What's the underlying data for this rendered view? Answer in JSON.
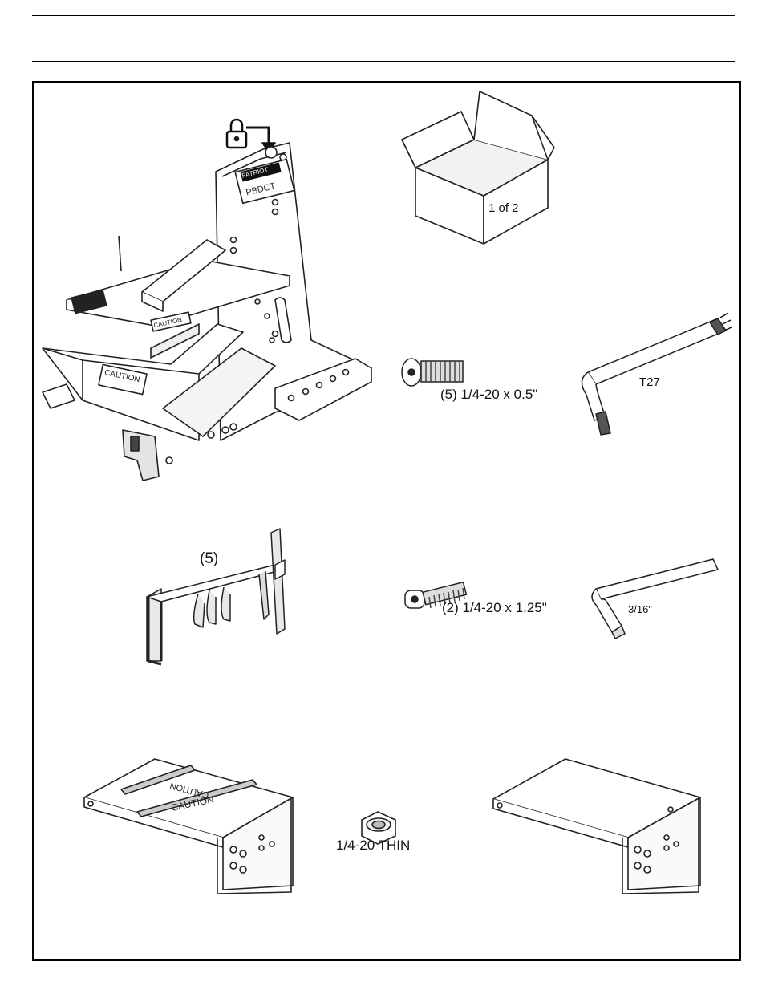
{
  "header": {
    "top_rule": "",
    "bottom_rule": ""
  },
  "mount": {
    "brand_label": "PATRIOT",
    "model_label": "PBDCT",
    "caution_label": "CAUTION",
    "caution_upper": "CAUTION"
  },
  "box": {
    "label": "1 of 2"
  },
  "screws_short": {
    "label": "(5) 1/4-20 x 0.5\""
  },
  "torx_key": {
    "label": "T27"
  },
  "bracket": {
    "count": "(5)"
  },
  "screws_long": {
    "label": "(2) 1/4-20 x 1.25\""
  },
  "hex_key": {
    "label": "3/16\""
  },
  "tray_left": {
    "caution_a": "CAUTION",
    "caution_b": "CAUTION"
  },
  "nut": {
    "label": "1/4-20 THIN"
  }
}
